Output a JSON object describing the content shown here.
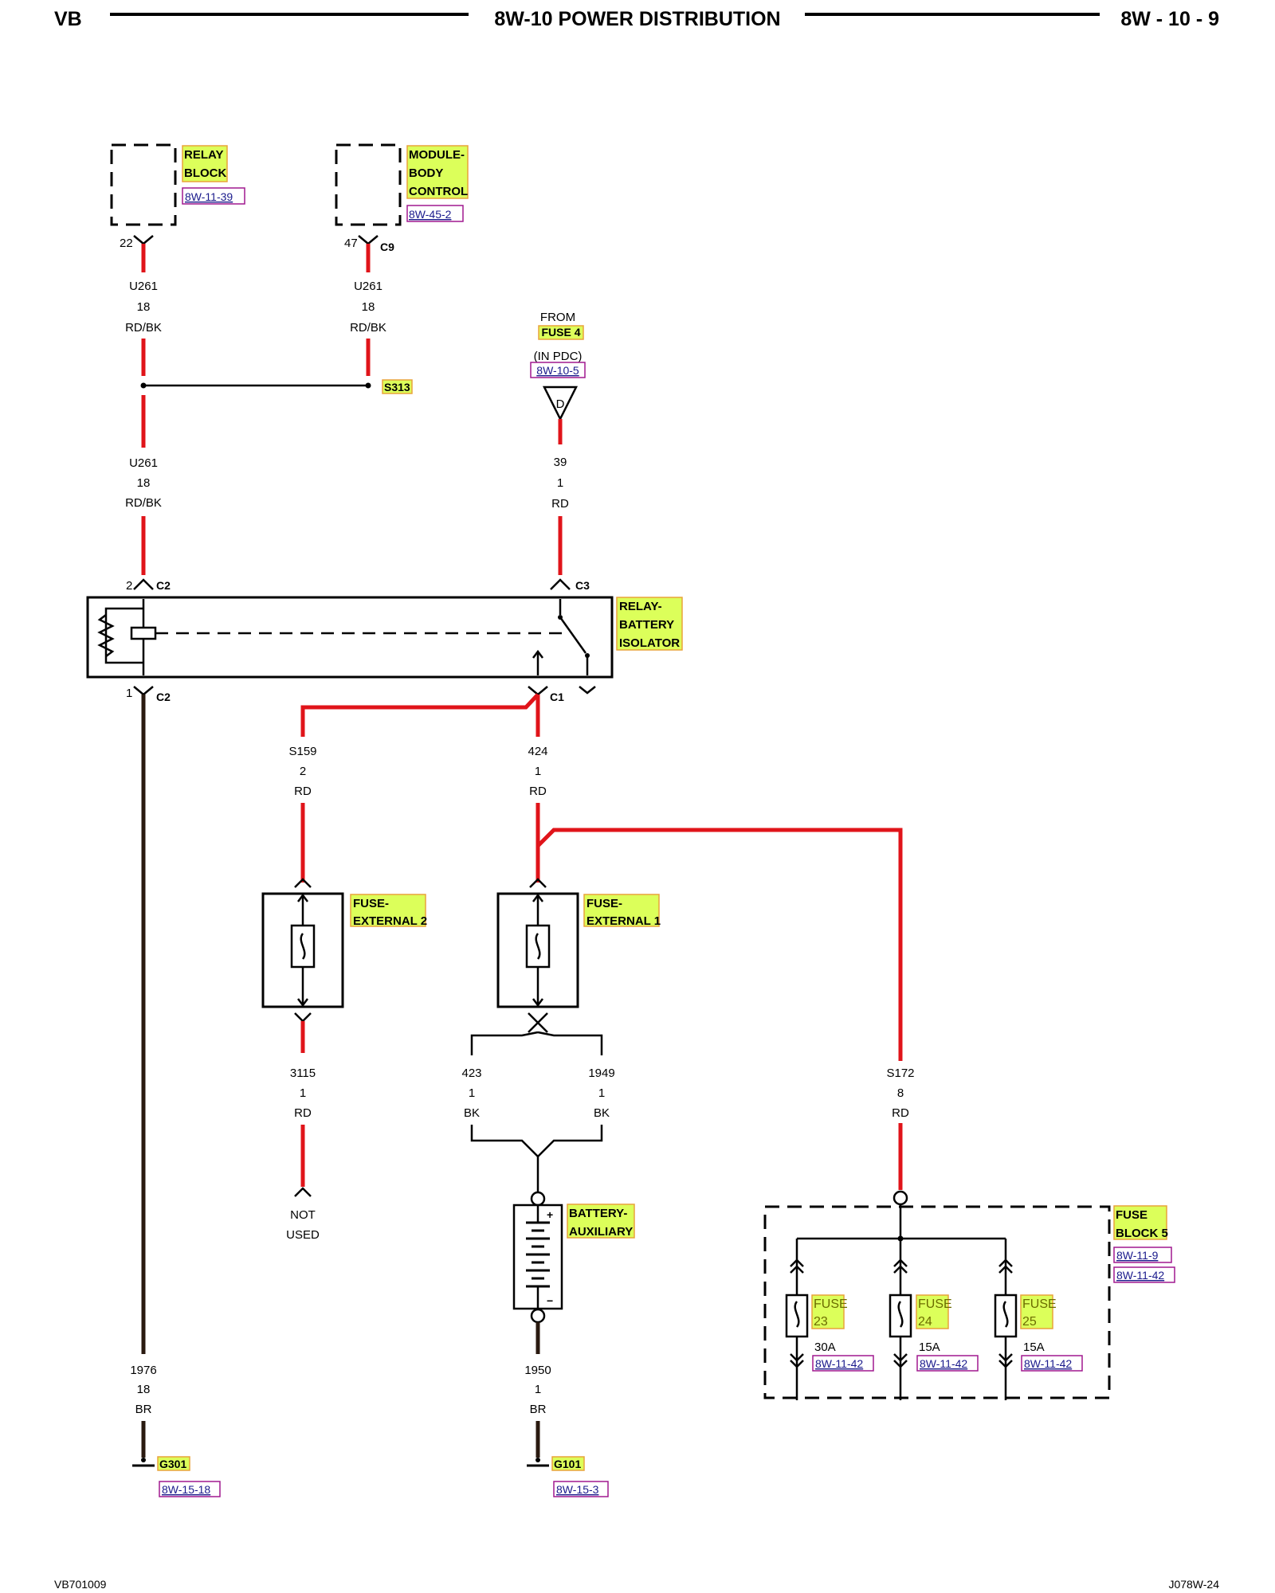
{
  "header": {
    "left": "VB",
    "center": "8W-10 POWER DISTRIBUTION",
    "right": "8W - 10 - 9"
  },
  "footer": {
    "left": "VB701009",
    "right": "J078W-24"
  },
  "components": {
    "relay_block": {
      "line1": "RELAY",
      "line2": "BLOCK",
      "ref": "8W-11-39",
      "pin": "22"
    },
    "module_body_control": {
      "line1": "MODULE-",
      "line2": "BODY",
      "line3": "CONTROL",
      "ref": "8W-45-2",
      "pin": "47",
      "connector": "C9"
    },
    "splice_s313": "S313",
    "from_fuse": {
      "from": "FROM",
      "fuse": "FUSE 4",
      "in_pdc": "(IN PDC)",
      "ref": "8W-10-5",
      "conn_letter": "D"
    },
    "relay_battery_isolator": {
      "line1": "RELAY-",
      "line2": "BATTERY",
      "line3": "ISOLATOR",
      "c2_top_pin": "2",
      "c2_top": "C2",
      "c3": "C3",
      "c2_bottom_pin": "1",
      "c2_bottom": "C2",
      "c1": "C1"
    },
    "fuse_external_2": {
      "line1": "FUSE-",
      "line2": "EXTERNAL 2"
    },
    "fuse_external_1": {
      "line1": "FUSE-",
      "line2": "EXTERNAL 1"
    },
    "not_used": {
      "line1": "NOT",
      "line2": "USED"
    },
    "battery_auxiliary": {
      "line1": "BATTERY-",
      "line2": "AUXILIARY",
      "plus": "+",
      "minus": "−"
    },
    "fuse_block_5": {
      "line1": "FUSE",
      "line2": "BLOCK 5",
      "ref1": "8W-11-9",
      "ref2": "8W-11-42",
      "fuses": [
        {
          "label": "FUSE",
          "num": "23",
          "amps": "30A",
          "ref": "8W-11-42"
        },
        {
          "label": "FUSE",
          "num": "24",
          "amps": "15A",
          "ref": "8W-11-42"
        },
        {
          "label": "FUSE",
          "num": "25",
          "amps": "15A",
          "ref": "8W-11-42"
        }
      ]
    },
    "ground_g301": {
      "name": "G301",
      "ref": "8W-15-18"
    },
    "ground_g101": {
      "name": "G101",
      "ref": "8W-15-3"
    }
  },
  "wires": {
    "w1": {
      "circuit": "U261",
      "gauge": "18",
      "color": "RD/BK"
    },
    "w2": {
      "circuit": "U261",
      "gauge": "18",
      "color": "RD/BK"
    },
    "w3": {
      "circuit": "U261",
      "gauge": "18",
      "color": "RD/BK"
    },
    "w4": {
      "circuit": "39",
      "gauge": "1",
      "color": "RD"
    },
    "w5": {
      "circuit": "S159",
      "gauge": "2",
      "color": "RD"
    },
    "w6": {
      "circuit": "424",
      "gauge": "1",
      "color": "RD"
    },
    "w7": {
      "circuit": "3115",
      "gauge": "1",
      "color": "RD"
    },
    "w8": {
      "circuit": "423",
      "gauge": "1",
      "color": "BK"
    },
    "w9": {
      "circuit": "1949",
      "gauge": "1",
      "color": "BK"
    },
    "w10": {
      "circuit": "S172",
      "gauge": "8",
      "color": "RD"
    },
    "w11": {
      "circuit": "1976",
      "gauge": "18",
      "color": "BR"
    },
    "w12": {
      "circuit": "1950",
      "gauge": "1",
      "color": "BR"
    }
  },
  "colors": {
    "power_wire": "#e0141a",
    "ground_wire": "#2a1a10",
    "highlight": "#dcff5a",
    "reference_text": "#1a1a8c"
  }
}
